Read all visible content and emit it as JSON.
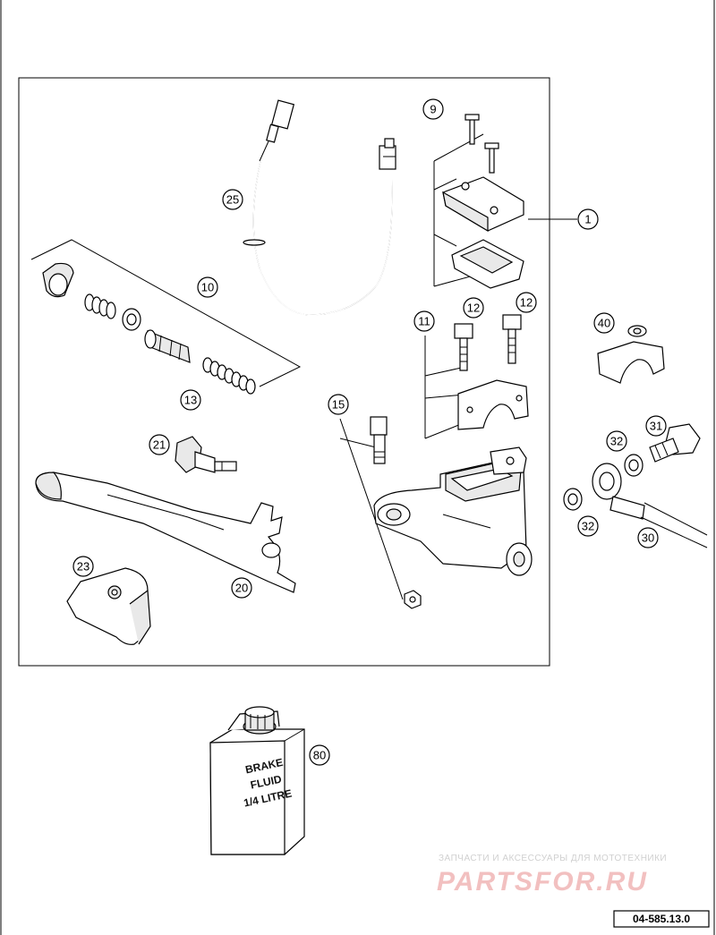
{
  "diagram": {
    "callouts": [
      {
        "label": "1"
      },
      {
        "label": "9"
      },
      {
        "label": "10"
      },
      {
        "label": "11"
      },
      {
        "label": "12"
      },
      {
        "label": "12"
      },
      {
        "label": "13"
      },
      {
        "label": "15"
      },
      {
        "label": "20"
      },
      {
        "label": "21"
      },
      {
        "label": "23"
      },
      {
        "label": "25"
      },
      {
        "label": "30"
      },
      {
        "label": "31"
      },
      {
        "label": "32"
      },
      {
        "label": "32"
      },
      {
        "label": "40"
      },
      {
        "label": "80"
      }
    ],
    "fluid_label": [
      "BRAKE",
      "FLUID",
      "1/4 LITRE"
    ],
    "watermark": {
      "tagline": "ЗАПЧАСТИ И АКСЕССУАРЫ ДЛЯ МОТОТЕХНИКИ",
      "brand": "PARTSFOR.RU"
    },
    "reference_number": "04-585.13.0"
  }
}
